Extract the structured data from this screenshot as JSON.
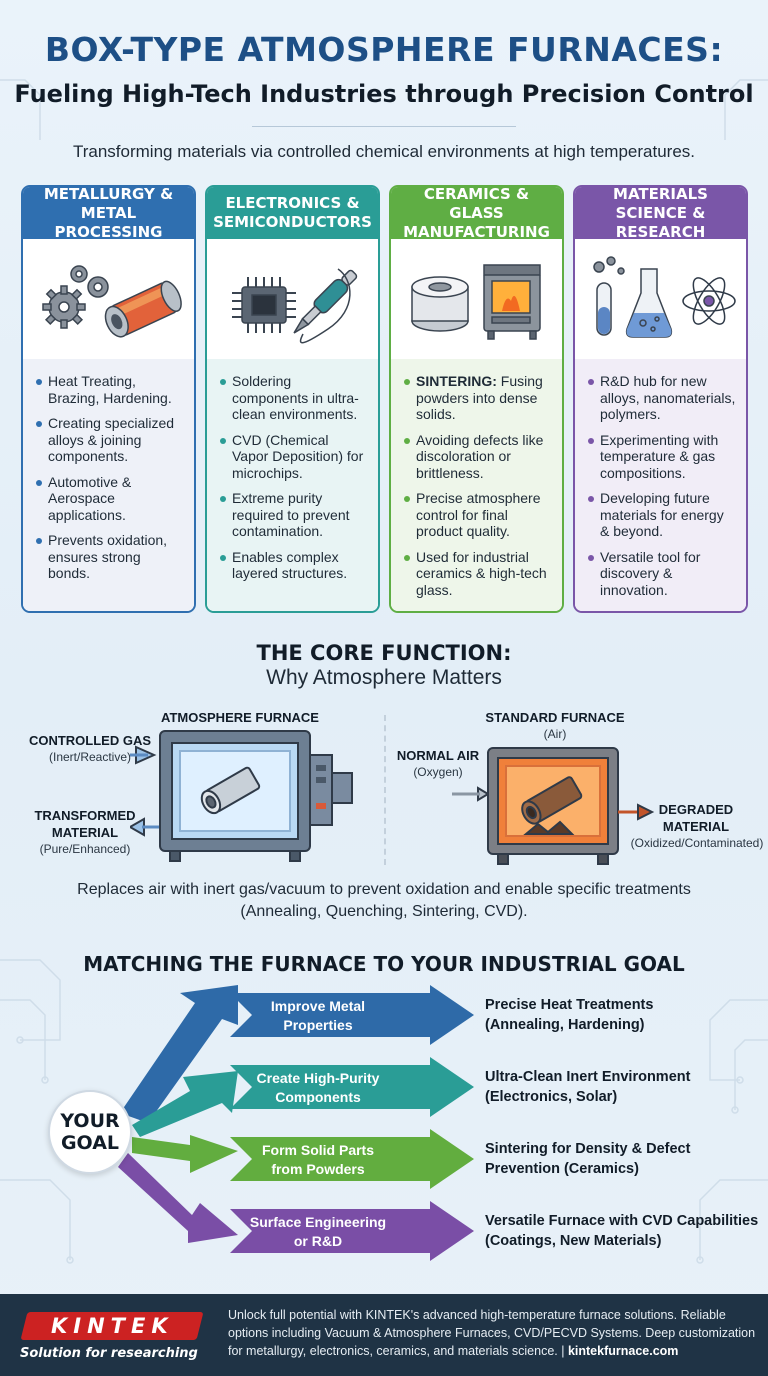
{
  "header": {
    "title": "BOX-TYPE ATMOSPHERE FURNACES:",
    "subtitle": "Fueling High-Tech Industries through Precision Control",
    "intro": "Transforming materials via controlled chemical environments at high temperatures."
  },
  "cards": [
    {
      "title": "METALLURGY & METAL PROCESSING",
      "color": "#2f6fb0",
      "bullets": [
        "Heat Treating, Brazing, Hardening.",
        "Creating specialized alloys & joining components.",
        "Automotive & Aerospace applications.",
        "Prevents oxidation, ensures strong bonds."
      ]
    },
    {
      "title": "ELECTRONICS & SEMICONDUCTORS",
      "color": "#2a9d96",
      "bullets": [
        "Soldering components in ultra-clean environments.",
        "CVD (Chemical Vapor Deposition) for microchips.",
        "Extreme purity required to prevent contamination.",
        "Enables complex layered structures."
      ]
    },
    {
      "title": "CERAMICS & GLASS MANUFACTURING",
      "color": "#5fae44",
      "bullets_first_bold": "SINTERING:",
      "bullets_first_rest": " Fusing powders into dense solids.",
      "bullets": [
        "SINTERING: Fusing powders into dense solids.",
        "Avoiding defects like discoloration or brittleness.",
        "Precise atmosphere control for final product quality.",
        "Used for industrial ceramics & high-tech glass."
      ]
    },
    {
      "title": "MATERIALS SCIENCE & RESEARCH",
      "color": "#7a56a8",
      "bullets": [
        "R&D hub for new alloys, nanomaterials, polymers.",
        "Experimenting with temperature & gas compositions.",
        "Developing future materials for energy & beyond.",
        "Versatile tool for discovery & innovation."
      ]
    }
  ],
  "core": {
    "title": "THE CORE FUNCTION:",
    "subtitle": "Why Atmosphere Matters",
    "atmo_label": "ATMOSPHERE FURNACE",
    "gas_label": "CONTROLLED GAS",
    "gas_sub": "(Inert/Reactive)",
    "out_label_1": "TRANSFORMED",
    "out_label_2": "MATERIAL",
    "out_sub": "(Pure/Enhanced)",
    "std_label": "STANDARD FURNACE",
    "std_sub": "(Air)",
    "air_label": "NORMAL AIR",
    "air_sub": "(Oxygen)",
    "deg_label_1": "DEGRADED",
    "deg_label_2": "MATERIAL",
    "deg_sub": "(Oxidized/Contaminated)",
    "description_1": "Replaces air with inert gas/vacuum to prevent oxidation and enable specific treatments",
    "description_2": "(Annealing, Quenching, Sintering, CVD)."
  },
  "matching": {
    "title": "MATCHING THE FURNACE TO YOUR INDUSTRIAL GOAL",
    "goal_1": "YOUR",
    "goal_2": "GOAL",
    "rows": [
      {
        "goal_1": "Improve Metal",
        "goal_2": "Properties",
        "result_1": "Precise Heat Treatments",
        "result_2": "(Annealing, Hardening)",
        "color": "#2e6aa8"
      },
      {
        "goal_1": "Create High-Purity",
        "goal_2": "Components",
        "result_1": "Ultra-Clean Inert Environment",
        "result_2": "(Electronics, Solar)",
        "color": "#2a9d96"
      },
      {
        "goal_1": "Form Solid Parts",
        "goal_2": "from Powders",
        "result_1": "Sintering for Density & Defect",
        "result_2": "Prevention (Ceramics)",
        "color": "#62ad3f"
      },
      {
        "goal_1": "Surface Engineering",
        "goal_2": "or R&D",
        "result_1": "Versatile Furnace with CVD Capabilities",
        "result_2": "(Coatings, New Materials)",
        "color": "#7a4ea6"
      }
    ]
  },
  "footer": {
    "logo": "KINTEK",
    "tagline": "Solution for researching",
    "text": "Unlock full potential with KINTEK's advanced high-temperature furnace solutions. Reliable options including Vacuum & Atmosphere Furnaces, CVD/PECVD Systems. Deep customization for metallurgy, electronics, ceramics, and materials science. | ",
    "link": "kintekfurnace.com"
  }
}
